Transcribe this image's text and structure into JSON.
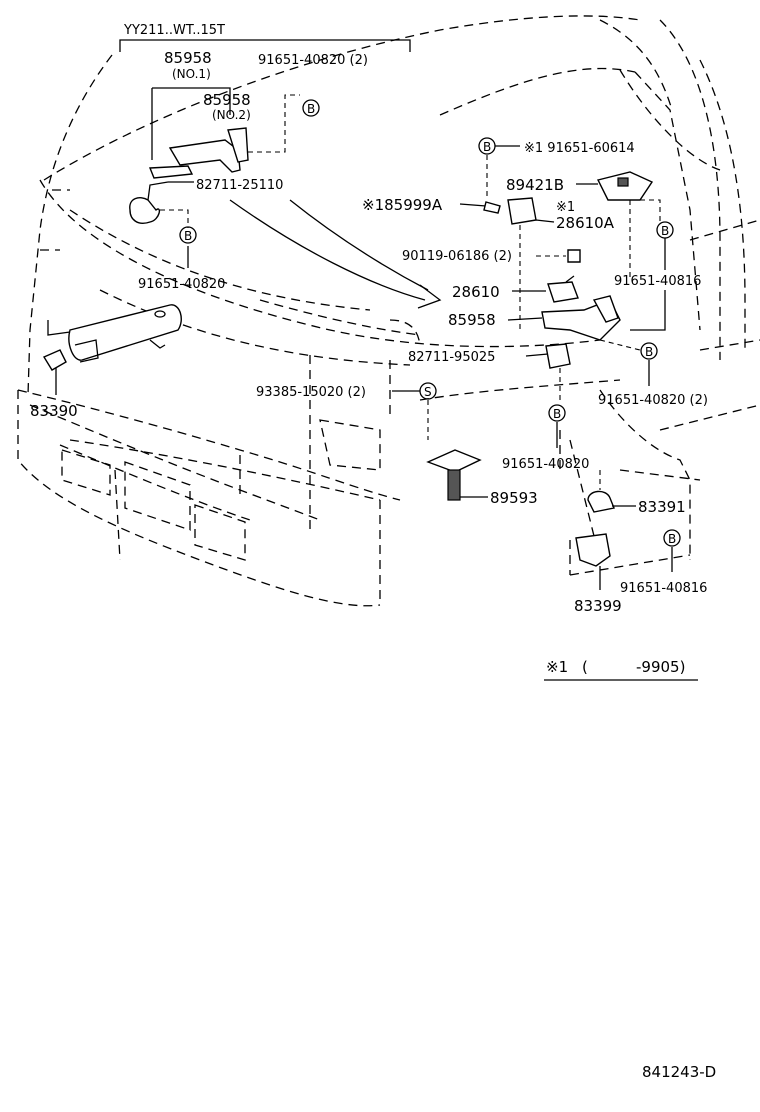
{
  "header_bracket_label": "YY211..WT..15T",
  "footnote": {
    "marker": "※1",
    "open": "(",
    "range": "-9905)"
  },
  "drawing_number": "841243-D",
  "bolt_marker_letter": "B",
  "screw_marker_letter": "S",
  "parts": {
    "p85958_no1": "85958",
    "p85958_no1_note": "(NO.1)",
    "p85958_no2": "85958",
    "p85958_no2_note": "(NO.2)",
    "p91651_40820_2_top": "91651-40820 (2)",
    "p82711_25110": "82711-25110",
    "p91651_40820_left": "91651-40820",
    "p83390": "83390",
    "p93385_15020": "93385-15020 (2)",
    "p89593": "89593",
    "p91651_60614": "※1 91651-60614",
    "p89421B": "89421B",
    "p85999A": "※185999A",
    "p28610A_note": "※1",
    "p28610A": "28610A",
    "p90119_06186": "90119-06186 (2)",
    "p91651_40816_right": "91651-40816",
    "p28610": "28610",
    "p85958_center": "85958",
    "p82711_95025": "82711-95025",
    "p91651_40820_2_right": "91651-40820 (2)",
    "p91651_40820_center": "91651-40820",
    "p83391": "83391",
    "p91651_40816_bottom": "91651-40816",
    "p83399": "83399"
  }
}
